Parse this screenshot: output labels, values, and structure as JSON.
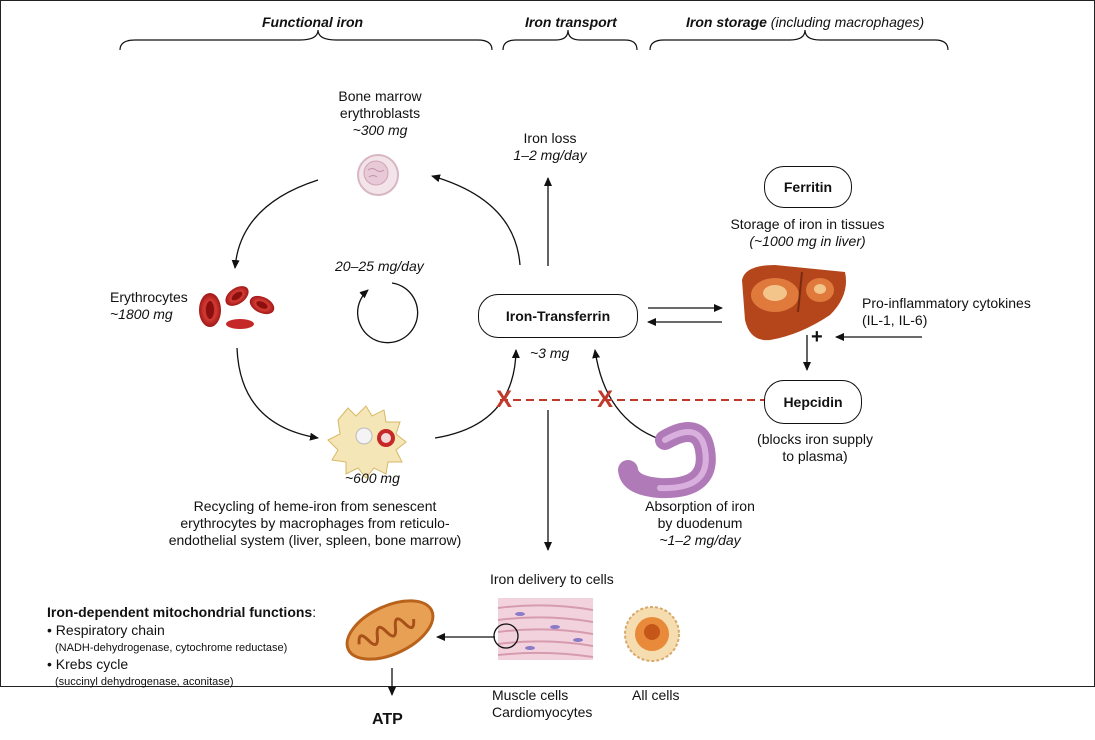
{
  "headers": {
    "functional": "Functional iron",
    "transport": "Iron transport",
    "storage_bold": "Iron storage",
    "storage_italic": "(including macrophages)"
  },
  "marrow": {
    "line1": "Bone marrow",
    "line2": "erythroblasts",
    "amount": "~300 mg"
  },
  "iron_loss": {
    "label": "Iron loss",
    "amount": "1–2 mg/day"
  },
  "cycle_rate": "20–25 mg/day",
  "erythrocytes": {
    "label": "Erythrocytes",
    "amount": "~1800 mg"
  },
  "transferrin": {
    "label": "Iron-Transferrin",
    "amount": "~3 mg"
  },
  "macrophage": {
    "amount": "~600 mg"
  },
  "recycling": {
    "line1": "Recycling of heme-iron from senescent",
    "line2": "erythrocytes by macrophages from reticulo-",
    "line3": "endothelial system (liver, spleen, bone marrow)"
  },
  "ferritin": {
    "label": "Ferritin",
    "line1": "Storage of iron in tissues",
    "line2": "(~1000 mg in liver)"
  },
  "cytokines": {
    "line1": "Pro-inflammatory cytokines",
    "line2": "(IL-1, IL-6)",
    "plus": "+"
  },
  "hepcidin": {
    "label": "Hepcidin",
    "line1": "(blocks iron supply",
    "line2": "to plasma)"
  },
  "duodenum": {
    "line1": "Absorption of iron",
    "line2": "by duodenum",
    "amount": "~1–2 mg/day"
  },
  "delivery": "Iron delivery to cells",
  "mito": {
    "title": "Iron-dependent mitochondrial functions",
    "colon": ":",
    "item1": "• Respiratory chain",
    "item1_sub": "(NADH-dehydrogenase, cytochrome reductase)",
    "item2": "• Krebs cycle",
    "item2_sub": "(succinyl dehydrogenase, aconitase)"
  },
  "atp": "ATP",
  "muscle": {
    "line1": "Muscle cells",
    "line2": "Cardiomyocytes"
  },
  "all_cells": "All cells",
  "block_mark": "X",
  "colors": {
    "blocked": "#c0392b",
    "rbc": "#c62828",
    "liver": "#b5451b",
    "mito": "#d2691e",
    "gut": "#b07ab8"
  }
}
